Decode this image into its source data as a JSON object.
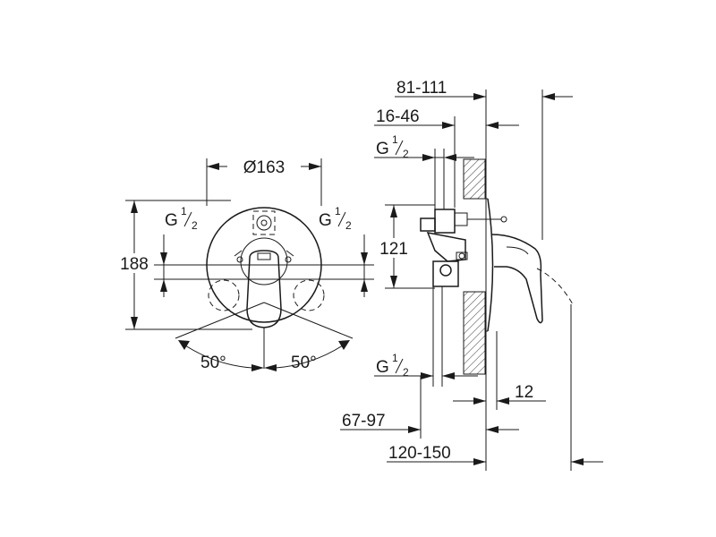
{
  "front_view": {
    "diameter": "Ø163",
    "height": "188",
    "thread_left": {
      "base": "G",
      "fraction_num": "1",
      "fraction_den": "2"
    },
    "thread_right": {
      "base": "G",
      "fraction_num": "1",
      "fraction_den": "2"
    },
    "angle_left": "50°",
    "angle_right": "50°"
  },
  "side_view": {
    "dim_depth_total": "81-111",
    "dim_depth_cover": "16-46",
    "thread_top": {
      "base": "G",
      "fraction_num": "1",
      "fraction_den": "2"
    },
    "thread_bottom": {
      "base": "G",
      "fraction_num": "1",
      "fraction_den": "2"
    },
    "dim_height": "121",
    "dim_plate": "12",
    "dim_install": "67-97",
    "dim_overall": "120-150"
  },
  "colors": {
    "line": "#1a1a1a",
    "hatch": "#1a1a1a",
    "background": "#ffffff"
  }
}
